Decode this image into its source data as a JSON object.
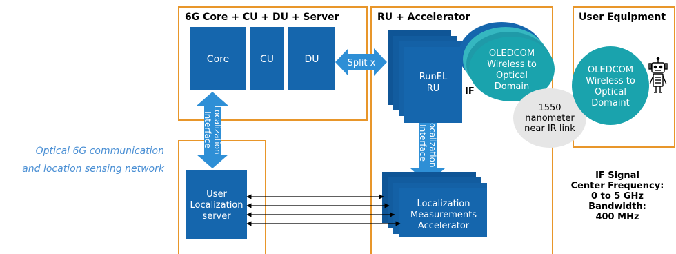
{
  "side_caption": {
    "line1": "Optical 6G communication",
    "line2": "and location sensing network"
  },
  "core_group": {
    "title": "6G Core + CU + DU + Server",
    "core": "Core",
    "cu": "CU",
    "du": "DU"
  },
  "split_label": "Split x",
  "ru_group": {
    "title": "RU + Accelerator",
    "ru_line1": "RunEL",
    "ru_line2": "RU",
    "if_label": "IF",
    "oledcom_line1": "OLEDCOM",
    "oledcom_line2": "Wireless to",
    "oledcom_line3": "Optical",
    "oledcom_line4": "Domain"
  },
  "nm_link": {
    "line1": "1550",
    "line2": "nanometer",
    "line3": "near IR link"
  },
  "ue_group": {
    "title": "User Equipment",
    "line1": "OLEDCOM",
    "line2": "Wireless to",
    "line3": "Optical",
    "line4": "Domaint"
  },
  "loc_interface": {
    "line1": "Localization",
    "line2": "Interface"
  },
  "server": {
    "line1": "User",
    "line2": "Localization",
    "line3": "server"
  },
  "accelerator": {
    "line1": "Localization",
    "line2": "Measurements",
    "line3": "Accelerator"
  },
  "if_signal": {
    "line1": "IF Signal",
    "line2": "Center Frequency:",
    "line3": "0 to 5 GHz",
    "line4": "Bandwidth:",
    "line5": "400 MHz"
  },
  "colors": {
    "frame": "#e8962a",
    "block": "#1566ad",
    "arrow": "#2e8fd6",
    "teal": "#1aa3ad",
    "teal_light": "#35b7c0",
    "bubble": "#e6e6e6",
    "caption": "#4a8fd4"
  }
}
